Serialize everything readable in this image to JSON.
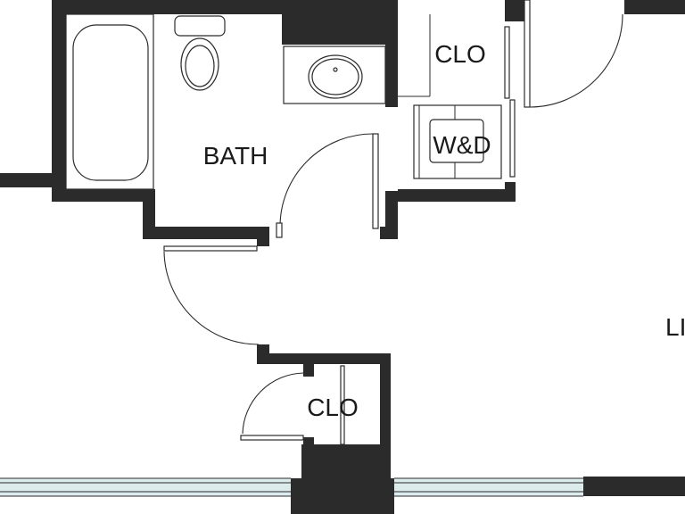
{
  "rooms": {
    "bath": "BATH",
    "closet_top": "CLO",
    "laundry": "W&D",
    "closet_bottom": "CLO",
    "living_partial": "LI"
  },
  "colors": {
    "wall": "#2b2b2b",
    "window_glass": "#dcebec",
    "background": "#ffffff"
  }
}
